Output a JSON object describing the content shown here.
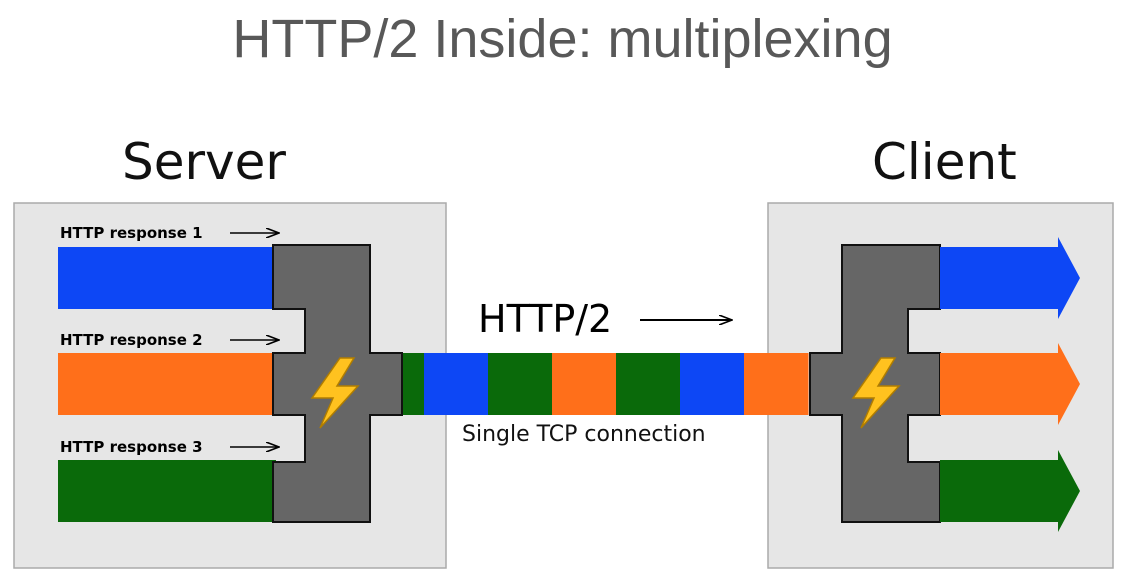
{
  "title": "HTTP/2 Inside: multiplexing",
  "server": {
    "label": "Server",
    "responses": [
      "HTTP response 1",
      "HTTP response 2",
      "HTTP response 3"
    ]
  },
  "client": {
    "label": "Client"
  },
  "connection": {
    "protocol_label": "HTTP/2",
    "caption": "Single TCP connection",
    "frame_sequence": [
      "green",
      "blue",
      "green",
      "orange",
      "green",
      "blue",
      "orange"
    ]
  },
  "colors": {
    "blue": "#0d47f5",
    "orange": "#ff6f1a",
    "green": "#0a6a0a",
    "mux": "#666666",
    "panel": "#e6e6e6",
    "bolt": "#ffc21f"
  },
  "icons": {
    "multiplexer": "lightning-bolt-icon",
    "direction": "arrow-right-icon"
  }
}
